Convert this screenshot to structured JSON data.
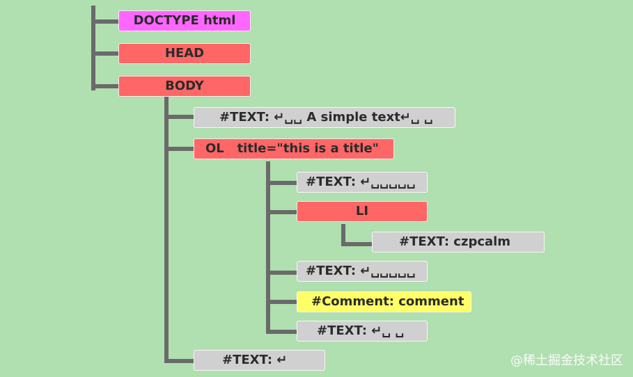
{
  "colors": {
    "background": "#b0dfb0",
    "connector": "#6a6a6a",
    "doctype": "#ff66ff",
    "element": "#ff6666",
    "text": "#d0d0d0",
    "comment": "#ffff66"
  },
  "tree": {
    "doctype": {
      "label": "DOCTYPE html"
    },
    "head": {
      "label": "HEAD"
    },
    "body": {
      "label": "BODY",
      "text1": {
        "label": "#TEXT: ↵␣␣ A simple text↵␣ ␣"
      },
      "ol": {
        "label": "OL   title=\"this is a title\"",
        "text1": {
          "label": "#TEXT: ↵␣␣␣␣␣"
        },
        "li": {
          "label": "LI",
          "text": {
            "label": "#TEXT: czpcalm"
          }
        },
        "text2": {
          "label": "#TEXT: ↵␣␣␣␣␣"
        },
        "comment": {
          "label": "#Comment: comment"
        },
        "text3": {
          "label": "#TEXT: ↵␣ ␣"
        }
      },
      "text2": {
        "label": "#TEXT: ↵"
      }
    }
  },
  "watermark": "@稀土掘金技术社区"
}
